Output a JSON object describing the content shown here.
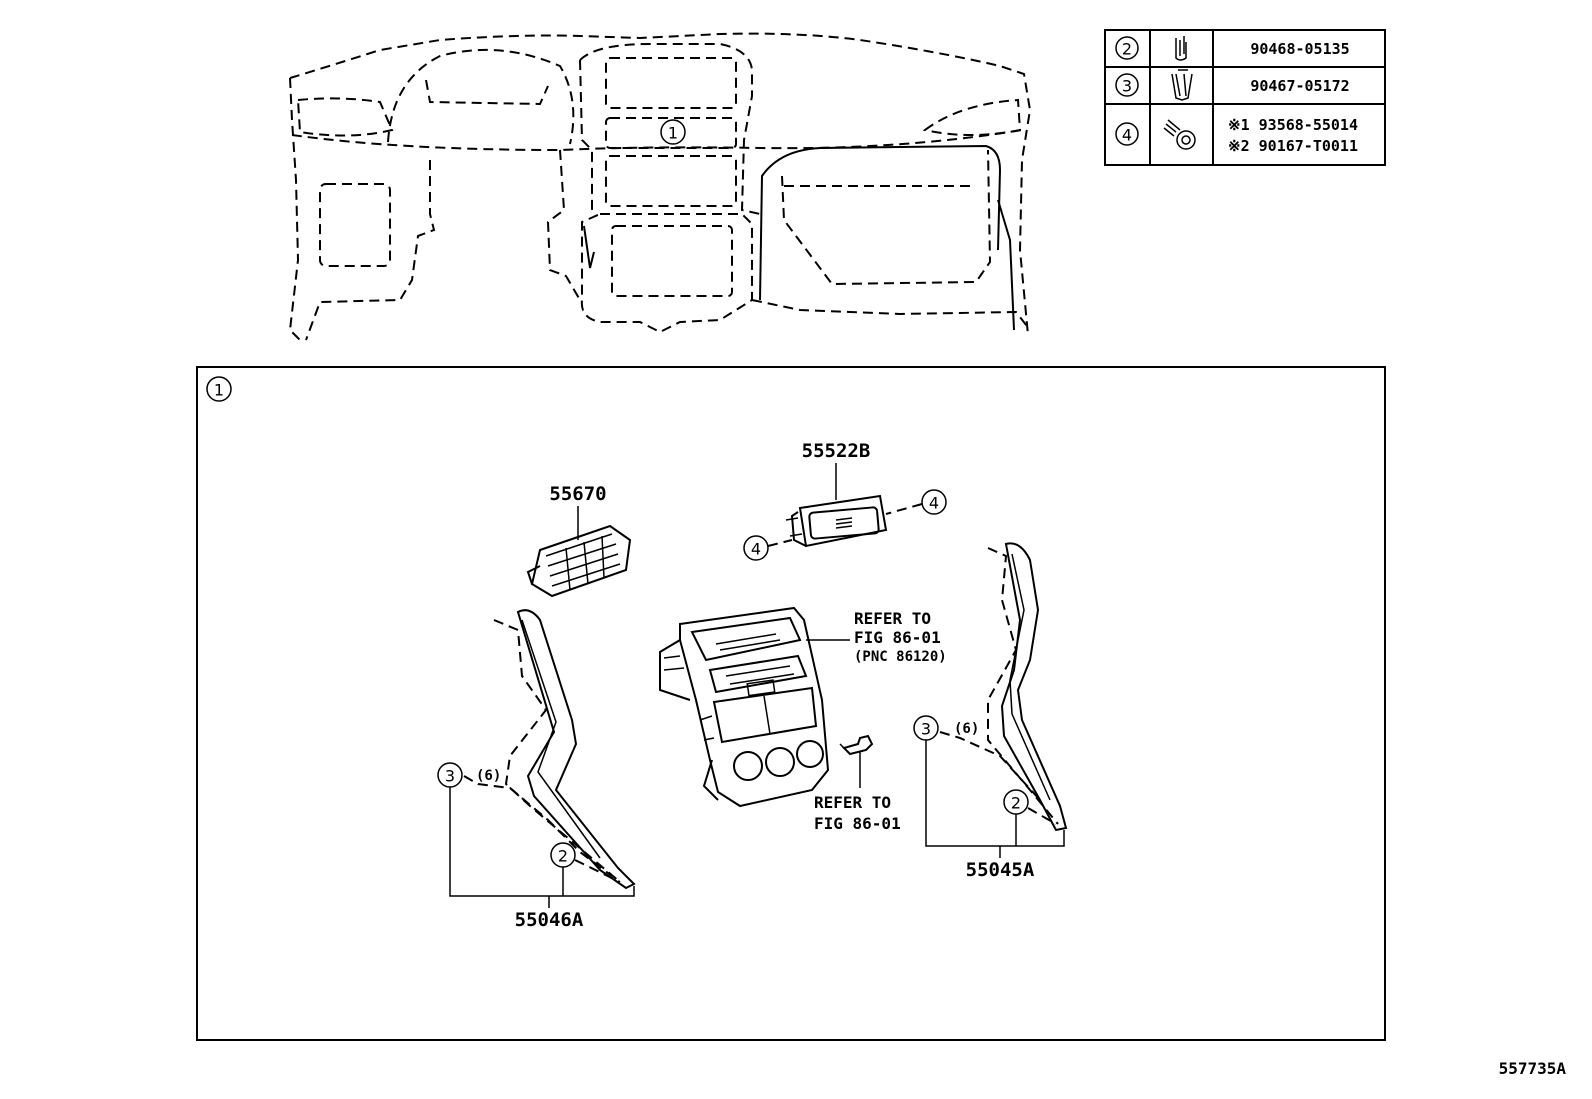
{
  "legend": {
    "rows": [
      {
        "callout": "2",
        "icon": "clip-icon",
        "part": "90468-05135",
        "part2": ""
      },
      {
        "callout": "3",
        "icon": "clip-icon",
        "part": "90467-05172",
        "part2": ""
      },
      {
        "callout": "4",
        "icon": "screw-icon",
        "part": "※1 93568-55014",
        "part2": "※2 90167-T0011"
      }
    ]
  },
  "overview": {
    "callout": "1"
  },
  "detail": {
    "callout": "1",
    "labels": {
      "vent": "55670",
      "switch": "55522B",
      "left_panel": "55046A",
      "right_panel": "55045A",
      "refer1_line1": "REFER TO",
      "refer1_line2": "FIG 86-01",
      "refer1_line3": "(PNC 86120)",
      "refer2_line1": "REFER TO",
      "refer2_line2": "FIG 86-01",
      "qty_left": "(6)",
      "qty_right": "(6)"
    },
    "callouts": {
      "c3_left": "3",
      "c2_left": "2",
      "c3_right": "3",
      "c2_right": "2",
      "c4_left": "4",
      "c4_right": "4"
    }
  },
  "figure_id": "557735A"
}
